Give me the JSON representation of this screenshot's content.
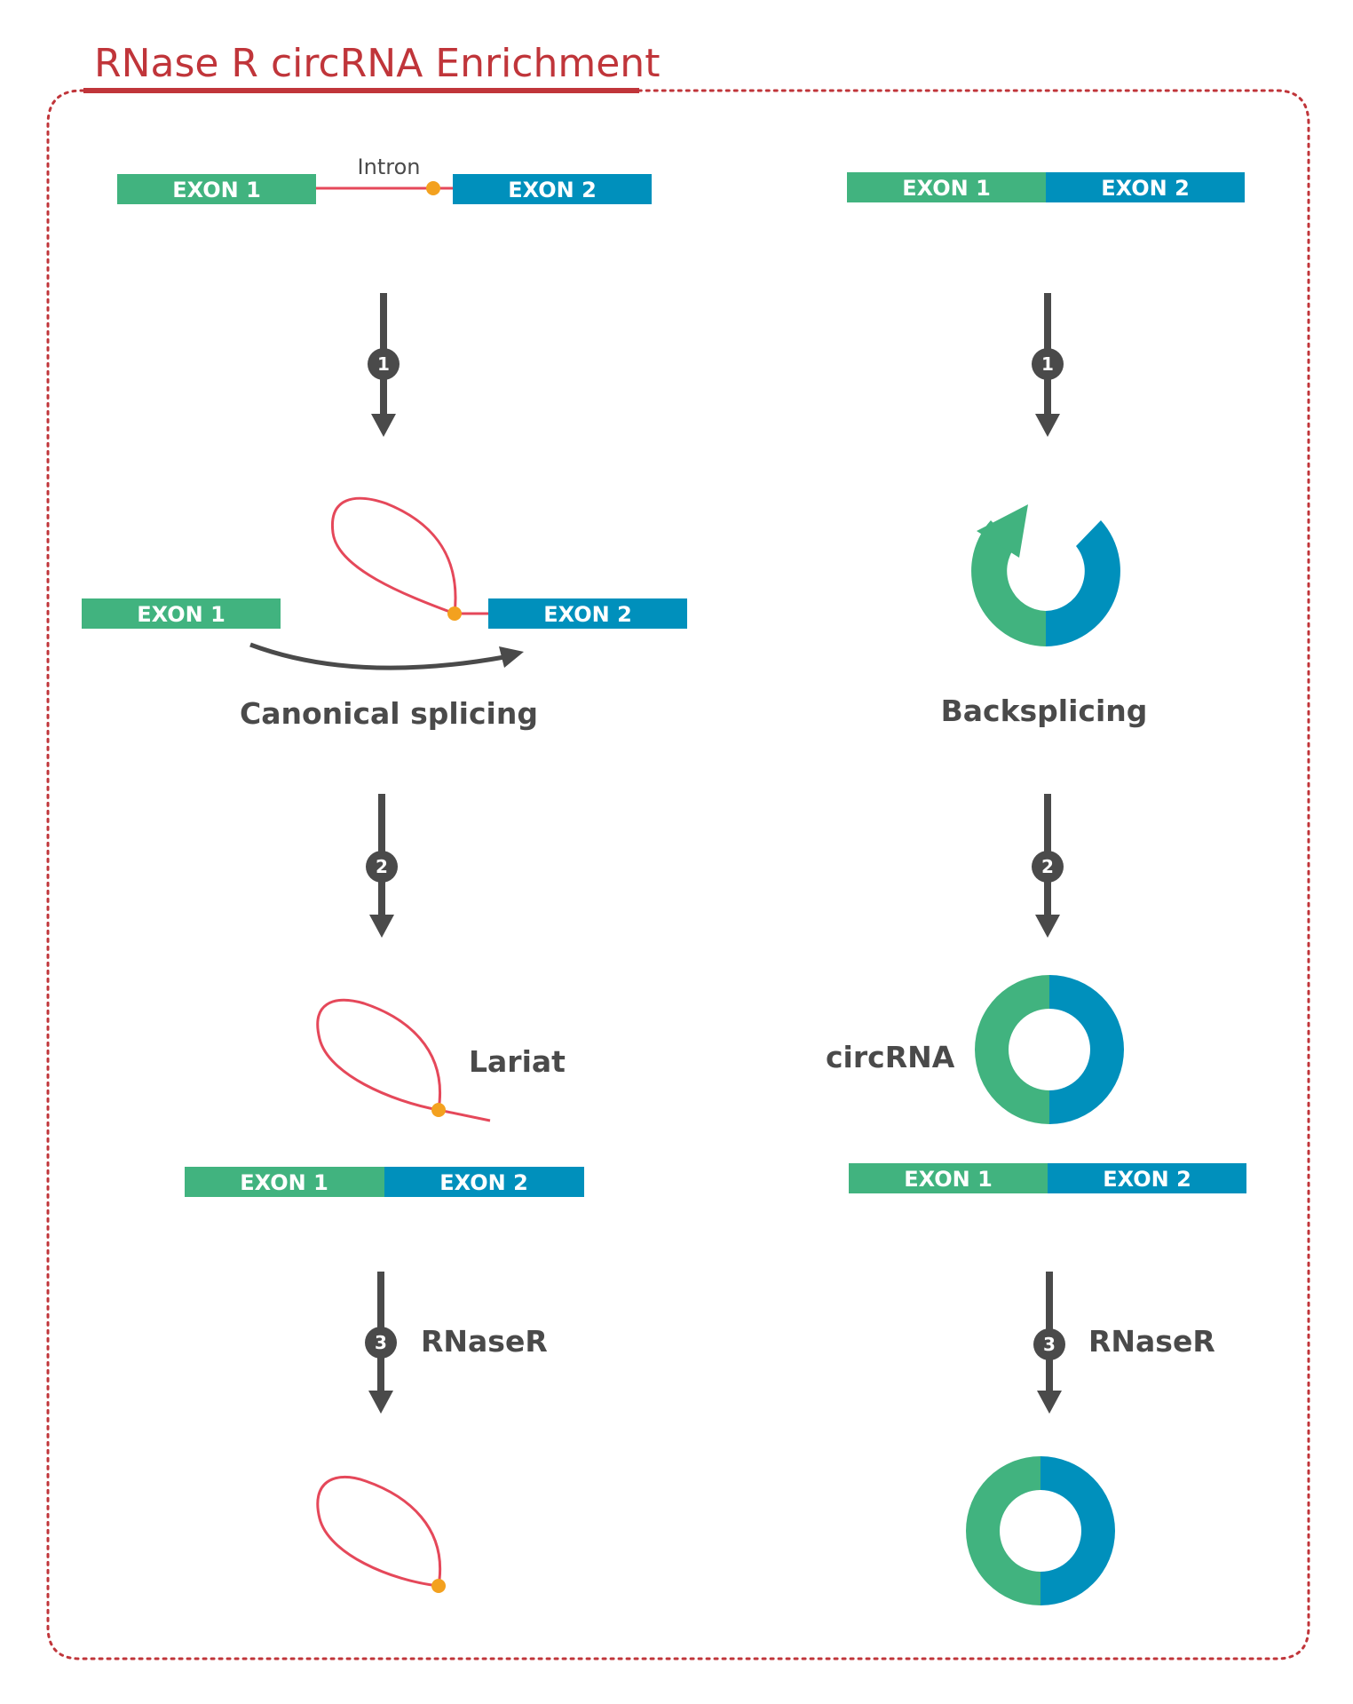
{
  "title": "RNase R circRNA Enrichment",
  "colors": {
    "title": "#c0353a",
    "border": "#c0353a",
    "exon1": "#41b37f",
    "exon2": "#0090bc",
    "intron": "#e5485a",
    "branch_point": "#f3a11f",
    "arrow": "#4a4a4a"
  },
  "labels": {
    "exon1": "EXON 1",
    "exon2": "EXON 2",
    "intron": "Intron",
    "canonical": "Canonical splicing",
    "backsplicing": "Backsplicing",
    "lariat": "Lariat",
    "circrna": "circRNA",
    "rnase_left": "RNaseR",
    "rnase_right": "RNaseR"
  },
  "steps": [
    "1",
    "2",
    "3"
  ]
}
